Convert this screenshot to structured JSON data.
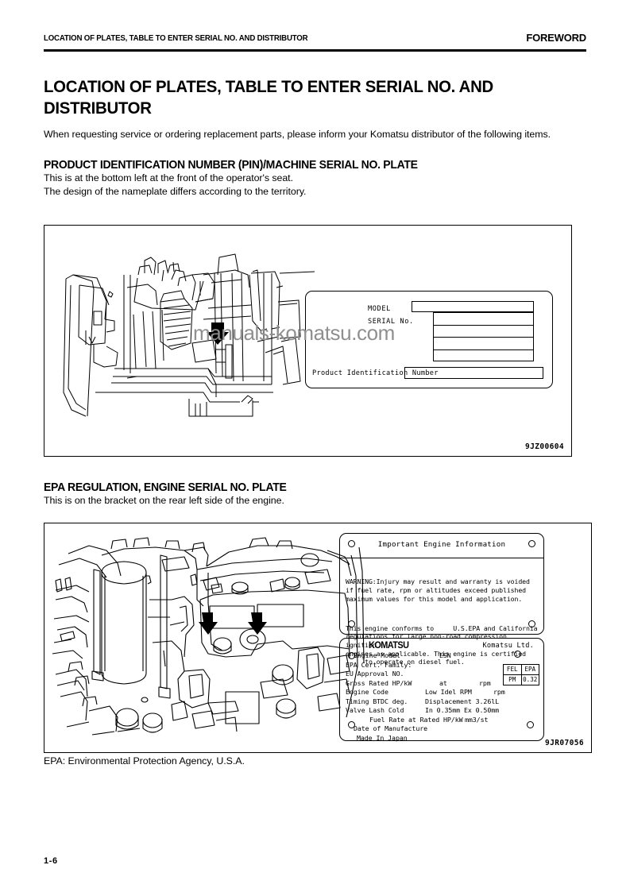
{
  "header": {
    "left_text": "LOCATION OF PLATES, TABLE TO ENTER SERIAL NO. AND DISTRIBUTOR",
    "right_text": "FOREWORD"
  },
  "title": "LOCATION OF PLATES, TABLE TO ENTER SERIAL NO. AND DISTRIBUTOR",
  "intro": "When requesting service or ordering replacement parts, please inform your Komatsu distributor of the following items.",
  "section_pin": {
    "heading": "PRODUCT IDENTIFICATION NUMBER (PIN)/MACHINE SERIAL NO. PLATE",
    "line1": "This is at the bottom left at the front of the operator's seat.",
    "line2": "The design of the nameplate differs according to the territory.",
    "figure_id": "9JZ00604",
    "nameplate": {
      "model_label": "MODEL",
      "serial_label": "SERIAL No.",
      "pin_label": "Product Identification Number",
      "model_value": "",
      "serial_values": [
        "",
        "",
        "",
        ""
      ],
      "pin_value": ""
    }
  },
  "section_epa": {
    "heading": "EPA REGULATION, ENGINE SERIAL NO. PLATE",
    "line1": "This is on the bracket on the rear left side of the engine.",
    "figure_id": "9JR07056",
    "footnote": "EPA: Environmental Protection Agency, U.S.A.",
    "epa_label": {
      "title": "Important Engine Information",
      "warning": "WARNING:Injury may result and warranty is voided\nif fuel rate, rpm or altitudes exceed published\nmaximum values for this model and application.",
      "conformance": "This engine conforms to     U.S.EPA and California\nregulations for large non-road compression ignition\nengines as applicable. This engine is certified\n     to operate on diesel fuel."
    },
    "engine_plate": {
      "brand": "KOMATSU",
      "company": "Komatsu Ltd.",
      "rows": [
        {
          "c1": "Engine Model",
          "c2": "ESN"
        },
        {
          "c1": "EPA Cert. Family:"
        },
        {
          "c1": "EU Approval NO."
        },
        {
          "c1": "Gross Rated HP/kW",
          "c2": "at",
          "c3": "rpm"
        },
        {
          "c1": "Engine Code",
          "c2": "Low Idel RPM",
          "c3": "rpm"
        },
        {
          "c1": "Timing BTDC    deg.",
          "c2": "Displacement 3.26lL"
        },
        {
          "c1": "Valve Lash Cold",
          "c2": "In 0.35mm  Ex 0.50mm"
        },
        {
          "c1i": "Fuel Rate at Rated HP/kW",
          "c2i": "mm3/st"
        },
        {
          "c1": "Date of Manufacture"
        },
        {
          "c1": "Made In Japan"
        }
      ],
      "fel_table": {
        "headers": [
          "FEL",
          "EPA"
        ],
        "values": [
          "PM",
          "0.32"
        ]
      }
    }
  },
  "watermark": "manuals-komatsu.com",
  "page_number": "1-6"
}
